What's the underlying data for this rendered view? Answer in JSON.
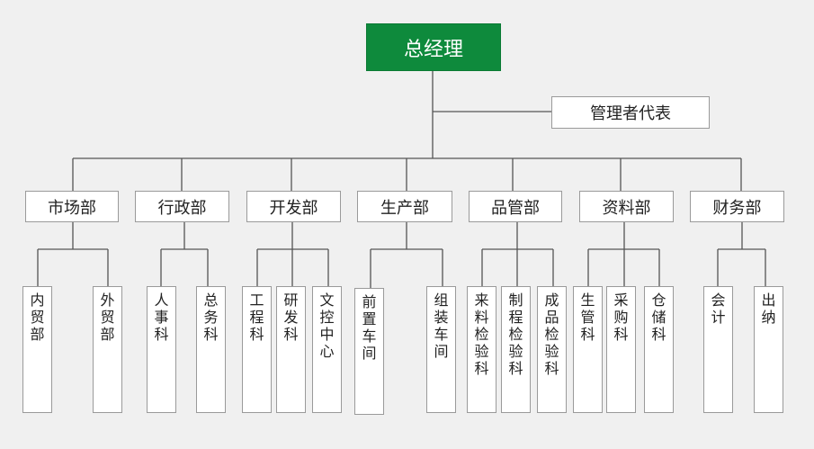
{
  "root": {
    "label": "总经理",
    "color": "#0e8a3c"
  },
  "representative": {
    "label": "管理者代表"
  },
  "departments": [
    {
      "label": "市场部",
      "children": [
        "内贸部",
        "外贸部"
      ]
    },
    {
      "label": "行政部",
      "children": [
        "人事科",
        "总务科"
      ]
    },
    {
      "label": "开发部",
      "children": [
        "工程科",
        "研发科",
        "文控中心"
      ]
    },
    {
      "label": "生产部",
      "children": [
        "前置车间",
        "组装车间"
      ]
    },
    {
      "label": "品管部",
      "children": [
        "来料检验科",
        "制程检验科",
        "成品检验科"
      ]
    },
    {
      "label": "资料部",
      "children": [
        "生管科",
        "采购科",
        "仓储科"
      ]
    },
    {
      "label": "财务部",
      "children": [
        "会计",
        "出纳"
      ]
    }
  ]
}
